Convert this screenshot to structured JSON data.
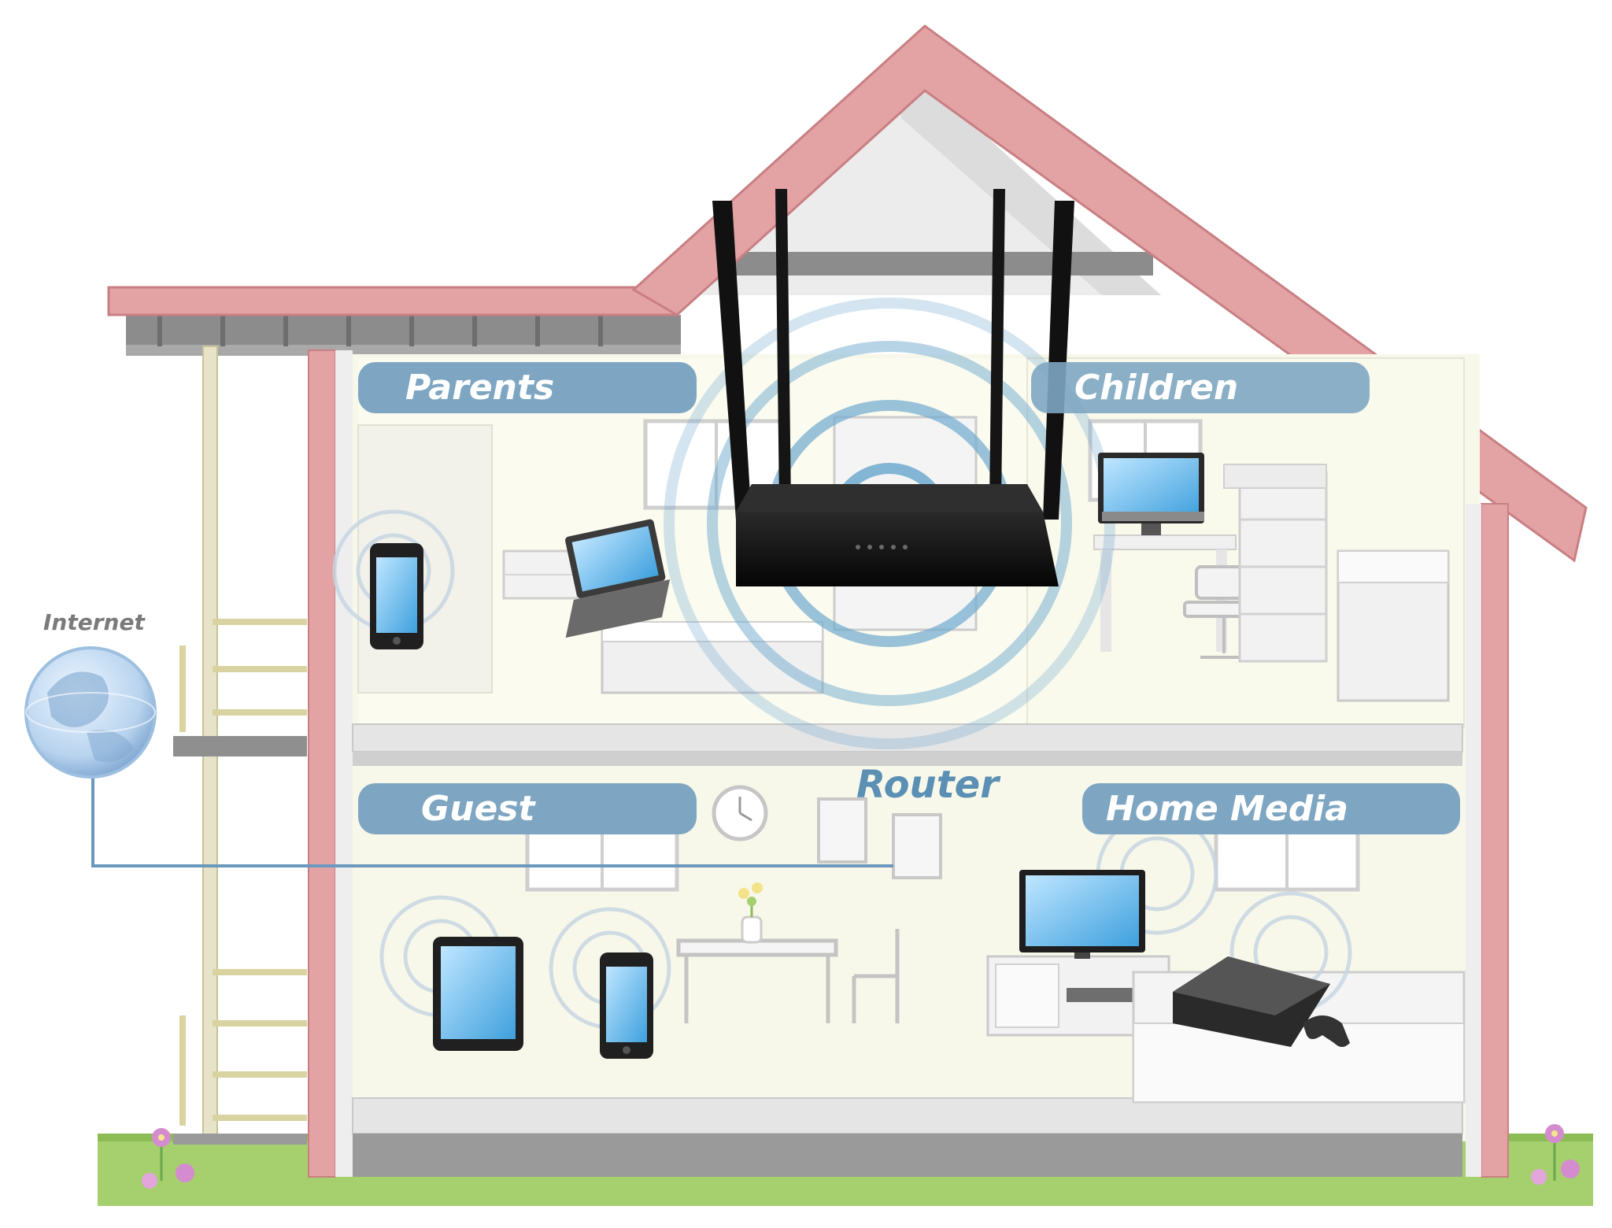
{
  "labels": {
    "parents": "Parents",
    "children": "Children",
    "guest": "Guest",
    "home_media": "Home Media",
    "router": "Router",
    "internet": "Internet"
  },
  "colors": {
    "roof": "#e3a3a5",
    "roof_edge": "#c97f82",
    "eave": "#8a8a8a",
    "gable": "#e9e9e9",
    "wall_fill": "#f8f8ea",
    "label_pill": "#7ea6c2",
    "floor_slab": "#d6d6d6",
    "grass": "#a6cf6e",
    "signal": "#6fa9cf",
    "cable": "#6b98bd"
  }
}
